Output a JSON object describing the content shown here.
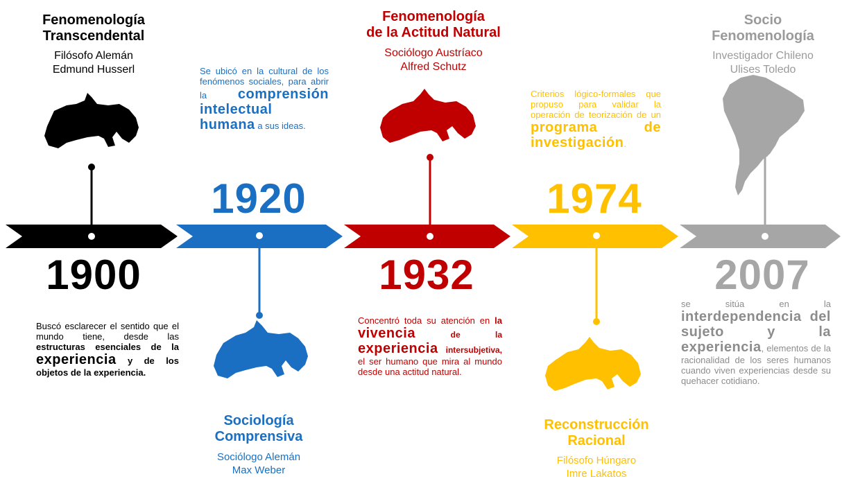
{
  "colors": {
    "black": "#000000",
    "blue": "#1a6fc2",
    "red": "#c00000",
    "yellow": "#ffc000",
    "gray": "#a6a6a6"
  },
  "events": [
    {
      "year": "1900",
      "title_1": "Fenomenología",
      "title_2": "Transcendental",
      "role": "Filósofo Alemán",
      "name": "Edmund Husserl",
      "icon": "germany-map-icon",
      "desc_1": "Buscó esclarecer el sentido que el mundo tiene, desde las",
      "desc_2": "estructuras esenciales de la",
      "desc_3": "experiencia",
      "desc_4": "y de los objetos de la experiencia."
    },
    {
      "year": "1920",
      "title_1": "Sociología",
      "title_2": "Comprensiva",
      "role": "Sociólogo Alemán",
      "name": "Max Weber",
      "icon": "germany-map-icon",
      "desc_1": "Se ubicó en la cultural de los fenómenos sociales, para abrir la",
      "desc_2": "comprensión intelectual humana",
      "desc_3": "a sus ideas."
    },
    {
      "year": "1932",
      "title_1": "Fenomenología",
      "title_2": "de la Actitud Natural",
      "role": "Sociólogo Austríaco",
      "name": "Alfred Schutz",
      "icon": "austria-map-icon",
      "desc_1": "Concentró toda su atención en",
      "desc_2": "la",
      "desc_3": "vivencia",
      "desc_4": "de la",
      "desc_5": "experiencia",
      "desc_6": "intersubjetiva,",
      "desc_7": "el ser humano que mira al mundo desde una actitud natural."
    },
    {
      "year": "1974",
      "title_1": "Reconstrucción",
      "title_2": "Racional",
      "role": "Filósofo Húngaro",
      "name": "Imre Lakatos",
      "icon": "hungary-map-icon",
      "desc_1": "Criterios lógico-formales que propuso para validar la operación de teorización de un",
      "desc_2": "programa de investigación",
      "desc_3": "."
    },
    {
      "year": "2007",
      "title_1": "Socio",
      "title_2": "Fenomenología",
      "role": "Investigador Chileno",
      "name": "Ulises Toledo",
      "icon": "south-america-map-icon",
      "desc_1": "se sitúa en la",
      "desc_2": "interdependencia del sujeto y la experiencia",
      "desc_3": ",",
      "desc_4": "elementos de la racionalidad de los seres humanos cuando viven experiencias desde su quehacer cotidiano."
    }
  ]
}
